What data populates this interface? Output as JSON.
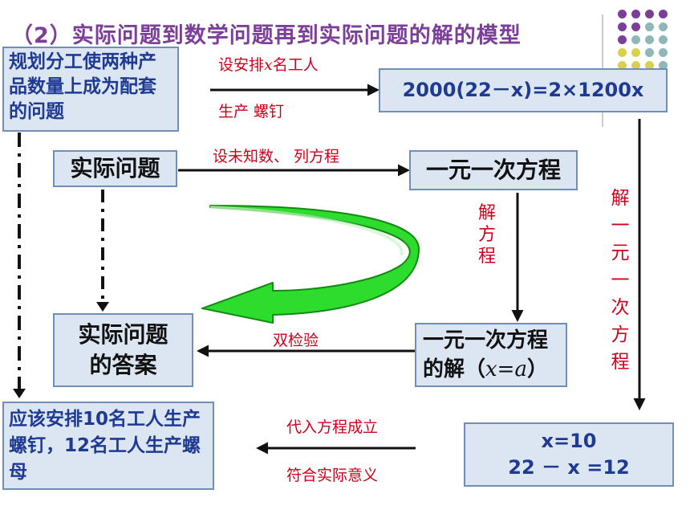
{
  "title": "（2）实际问题到数学问题再到实际问题的解的模型",
  "colors": {
    "purple": "#7b3f98",
    "teal": "#8fb7b5",
    "yellow": "#d6d34a",
    "red": "#d1001c",
    "blue_text": "#1f3a93",
    "box_fill": "#dce6f2",
    "arrow_green": "#22cc22"
  },
  "boxes": {
    "plan": "规划分工使两种产品数量上成为配套的问题",
    "equation_top": "2000(22－x)=2×1200x",
    "actual_problem": "实际问题",
    "linear_eq": "一元一次方程",
    "answer": "实际问题的答案",
    "solution_prefix": "一元一次方程的解（",
    "solution_var": "x=a",
    "solution_suffix": "）",
    "result_line1": "x=10",
    "result_line2": "22 － x =12",
    "conclusion": "应该安排10名工人生产螺钉，12名工人生产螺母"
  },
  "labels": {
    "arrange_a": "设安排",
    "arrange_var": "x",
    "arrange_b": "名工人",
    "produce": "生产 螺钉",
    "set_unknown": "设未知数、 列方程",
    "solve_eq": "解方程",
    "solve_linear": "解一元一次方程",
    "double_check": "双检验",
    "substitute": "代入方程成立",
    "fits_reality": "符合实际意义"
  }
}
